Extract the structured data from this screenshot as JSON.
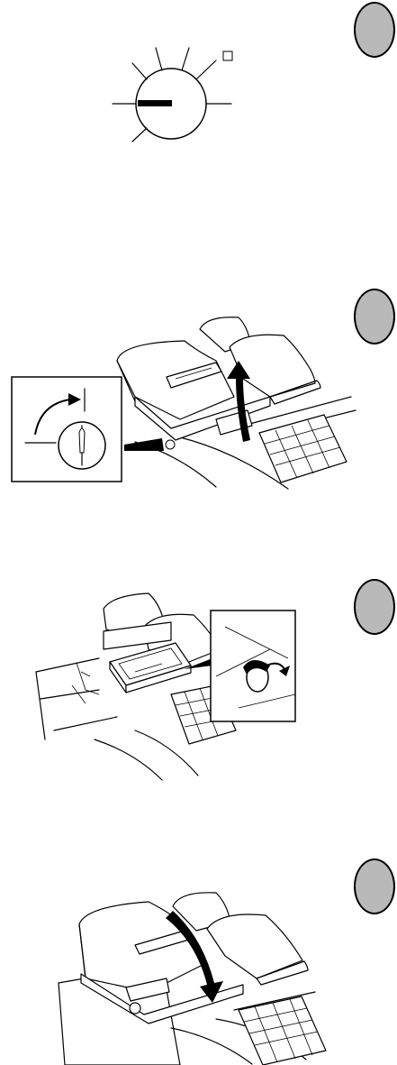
{
  "steps": [
    {
      "id": "mode-switch",
      "icon": "mode-dial-icon"
    },
    {
      "id": "remove-cover",
      "icon": "key-lock-icon"
    },
    {
      "id": "insert-ribbon",
      "icon": "ribbon-knob-icon"
    },
    {
      "id": "replace-cover",
      "icon": "cover-down-arrow-icon"
    }
  ],
  "colors": {
    "marker_fill": "#b9b9b9",
    "ink": "#000000",
    "background": "#ffffff"
  }
}
